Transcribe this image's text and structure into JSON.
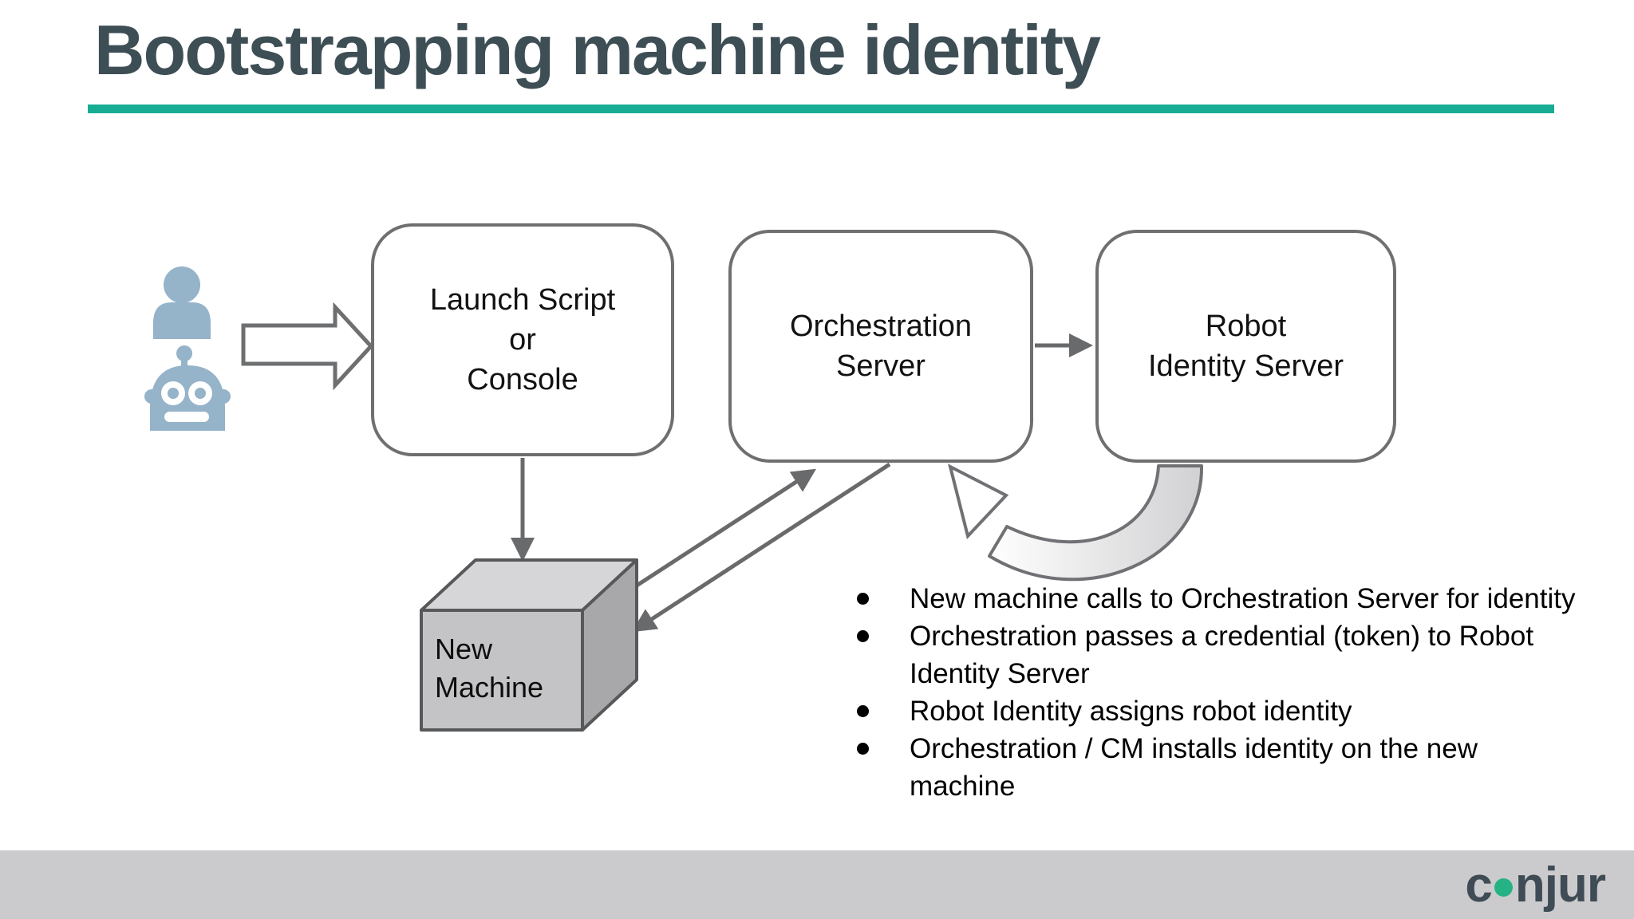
{
  "slide": {
    "title": "Bootstrapping machine identity"
  },
  "diagram": {
    "boxes": [
      {
        "name": "launch-script-or-console",
        "lines": [
          "Launch Script",
          "or",
          "Console"
        ]
      },
      {
        "name": "orchestration-server",
        "lines": [
          "Orchestration",
          "Server"
        ]
      },
      {
        "name": "robot-identity-server",
        "lines": [
          "Robot",
          "Identity Server"
        ]
      }
    ],
    "cube_label": "New Machine",
    "icons": {
      "person": "person-icon",
      "robot": "robot-icon",
      "block_arrow": "block-arrow-icon"
    }
  },
  "bullets": [
    "New machine calls to Orchestration Server for identity",
    "Orchestration passes a credential (token) to Robot Identity Server",
    "Robot Identity assigns robot identity",
    "Orchestration / CM installs identity on the new machine"
  ],
  "footer": {
    "logo_name": "conjur",
    "logo_pre": "c",
    "logo_post": "njur"
  },
  "colors": {
    "accent_teal": "#18ac94",
    "title_text": "#3e4e55",
    "icon_blue": "#95b3c9",
    "connector_gray": "#696a6c",
    "box_border": "#6e6f71",
    "cube_top": "#d6d6d8",
    "cube_front": "#c4c4c6",
    "cube_right": "#a8a8aa",
    "footer_bar": "#cbcbcd",
    "logo_text": "#3f4b55",
    "logo_dot": "#25b285"
  }
}
